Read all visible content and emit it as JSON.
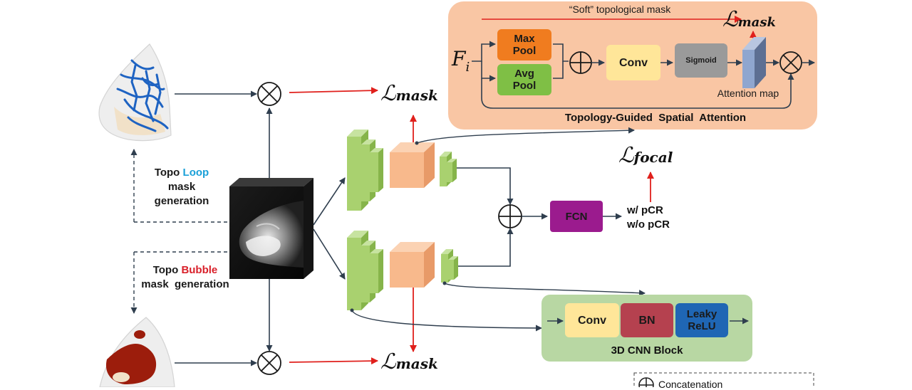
{
  "attention_panel": {
    "soft_mask_label": "“Soft” topological mask",
    "input_symbol": "F",
    "input_subscript": "i",
    "max_pool": "Max\nPool",
    "avg_pool": "Avg\nPool",
    "conv": "Conv",
    "sigmoid": "Sigmoid",
    "attention_map": "Attention map",
    "title": "Topology-Guided  Spatial  Attention",
    "loss_symbol": "ℒ",
    "loss_subscript": "mask"
  },
  "left": {
    "loop_prefix": "Topo ",
    "loop_word": "Loop",
    "loop_rest": "mask\ngeneration",
    "bubble_prefix": "Topo ",
    "bubble_word": "Bubble",
    "bubble_rest": "mask  generation"
  },
  "losses": {
    "top_mask_symbol": "ℒ",
    "top_mask_sub": "mask",
    "bottom_mask_symbol": "ℒ",
    "bottom_mask_sub": "mask",
    "focal_symbol": "ℒ",
    "focal_sub": "focal"
  },
  "classifier": {
    "fcn": "FCN",
    "pos": "w/ pCR",
    "neg": "w/o pCR"
  },
  "cnn_block": {
    "conv": "Conv",
    "bn": "BN",
    "leaky": "Leaky\nReLU",
    "title": "3D CNN Block"
  },
  "legend": {
    "concatenation": "Concatenation"
  },
  "colors": {
    "attention_panel_bg": "#f9c6a4",
    "max_pool": "#f07c1f",
    "avg_pool": "#7fbf45",
    "conv": "#ffe699",
    "sigmoid": "#9a9a9a",
    "attention_map": "#8fa6cf",
    "fcn": "#9b1b8e",
    "bn": "#b5414f",
    "leaky_relu": "#1f66b4",
    "cnn_block_bg": "#b8d7a3",
    "cube_orange": "#f8b98c",
    "layer_green": "#a9d16f",
    "loss_arrow": "#e0201c",
    "loop_text": "#1aa0d8",
    "bubble_text": "#d9202a"
  },
  "icons": [
    "breast-mri-image",
    "loop-mask-3d-render",
    "bubble-mask-3d-render",
    "multiply-icon",
    "concat-icon"
  ]
}
